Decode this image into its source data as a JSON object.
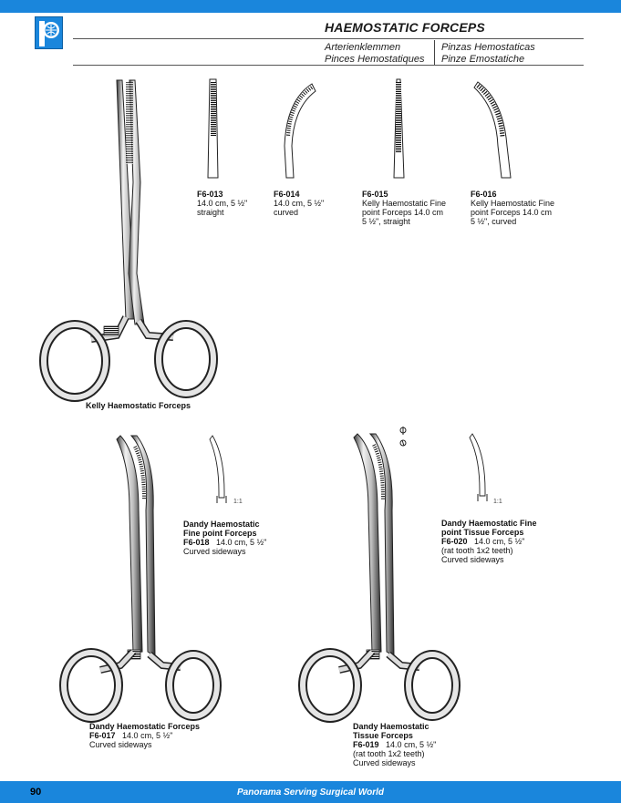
{
  "header": {
    "title": "HAEMOSTATIC FORCEPS",
    "subtitles": [
      "Arterienklemmen",
      "Pinzas Hemostaticas",
      "Pinces Hemostatiques",
      "Pinze Emostatiche"
    ]
  },
  "products": {
    "kelly": {
      "label": "Kelly Haemostatic Forceps"
    },
    "f6_013": {
      "code": "F6-013",
      "line1": "14.0 cm, 5 ½\"",
      "line2": "straight"
    },
    "f6_014": {
      "code": "F6-014",
      "line1": "14.0 cm, 5 ½\"",
      "line2": "curved"
    },
    "f6_015": {
      "code": "F6-015",
      "line1": "Kelly Haemostatic Fine",
      "line2": "point Forceps 14.0 cm",
      "line3": "5 ½\", straight"
    },
    "f6_016": {
      "code": "F6-016",
      "line1": "Kelly Haemostatic Fine",
      "line2": "point Forceps 14.0 cm",
      "line3": "5 ½\", curved"
    },
    "f6_017": {
      "name": "Dandy Haemostatic Forceps",
      "code": "F6-017",
      "size": "14.0 cm, 5 ½\"",
      "desc": "Curved sideways"
    },
    "f6_018": {
      "name1": "Dandy Haemostatic",
      "name2": "Fine point Forceps",
      "code": "F6-018",
      "size": "14.0 cm, 5 ½\"",
      "desc": "Curved sideways"
    },
    "f6_019": {
      "name1": "Dandy Haemostatic",
      "name2": "Tissue Forceps",
      "code": "F6-019",
      "size": "14.0 cm, 5 ½\"",
      "note": "(rat tooth 1x2 teeth)",
      "desc": "Curved sideways"
    },
    "f6_020": {
      "name1": "Dandy Haemostatic Fine",
      "name2": "point Tissue Forceps",
      "code": "F6-020",
      "size": "14.0 cm, 5 ½\"",
      "note": "(rat tooth 1x2 teeth)",
      "desc": "Curved sideways"
    }
  },
  "scale_labels": {
    "f6_018": "1:1",
    "f6_020": "1:1"
  },
  "footer": {
    "page_number": "90",
    "tagline": "Panorama Serving Surgical World"
  },
  "colors": {
    "brand_blue": "#1a86dc"
  }
}
